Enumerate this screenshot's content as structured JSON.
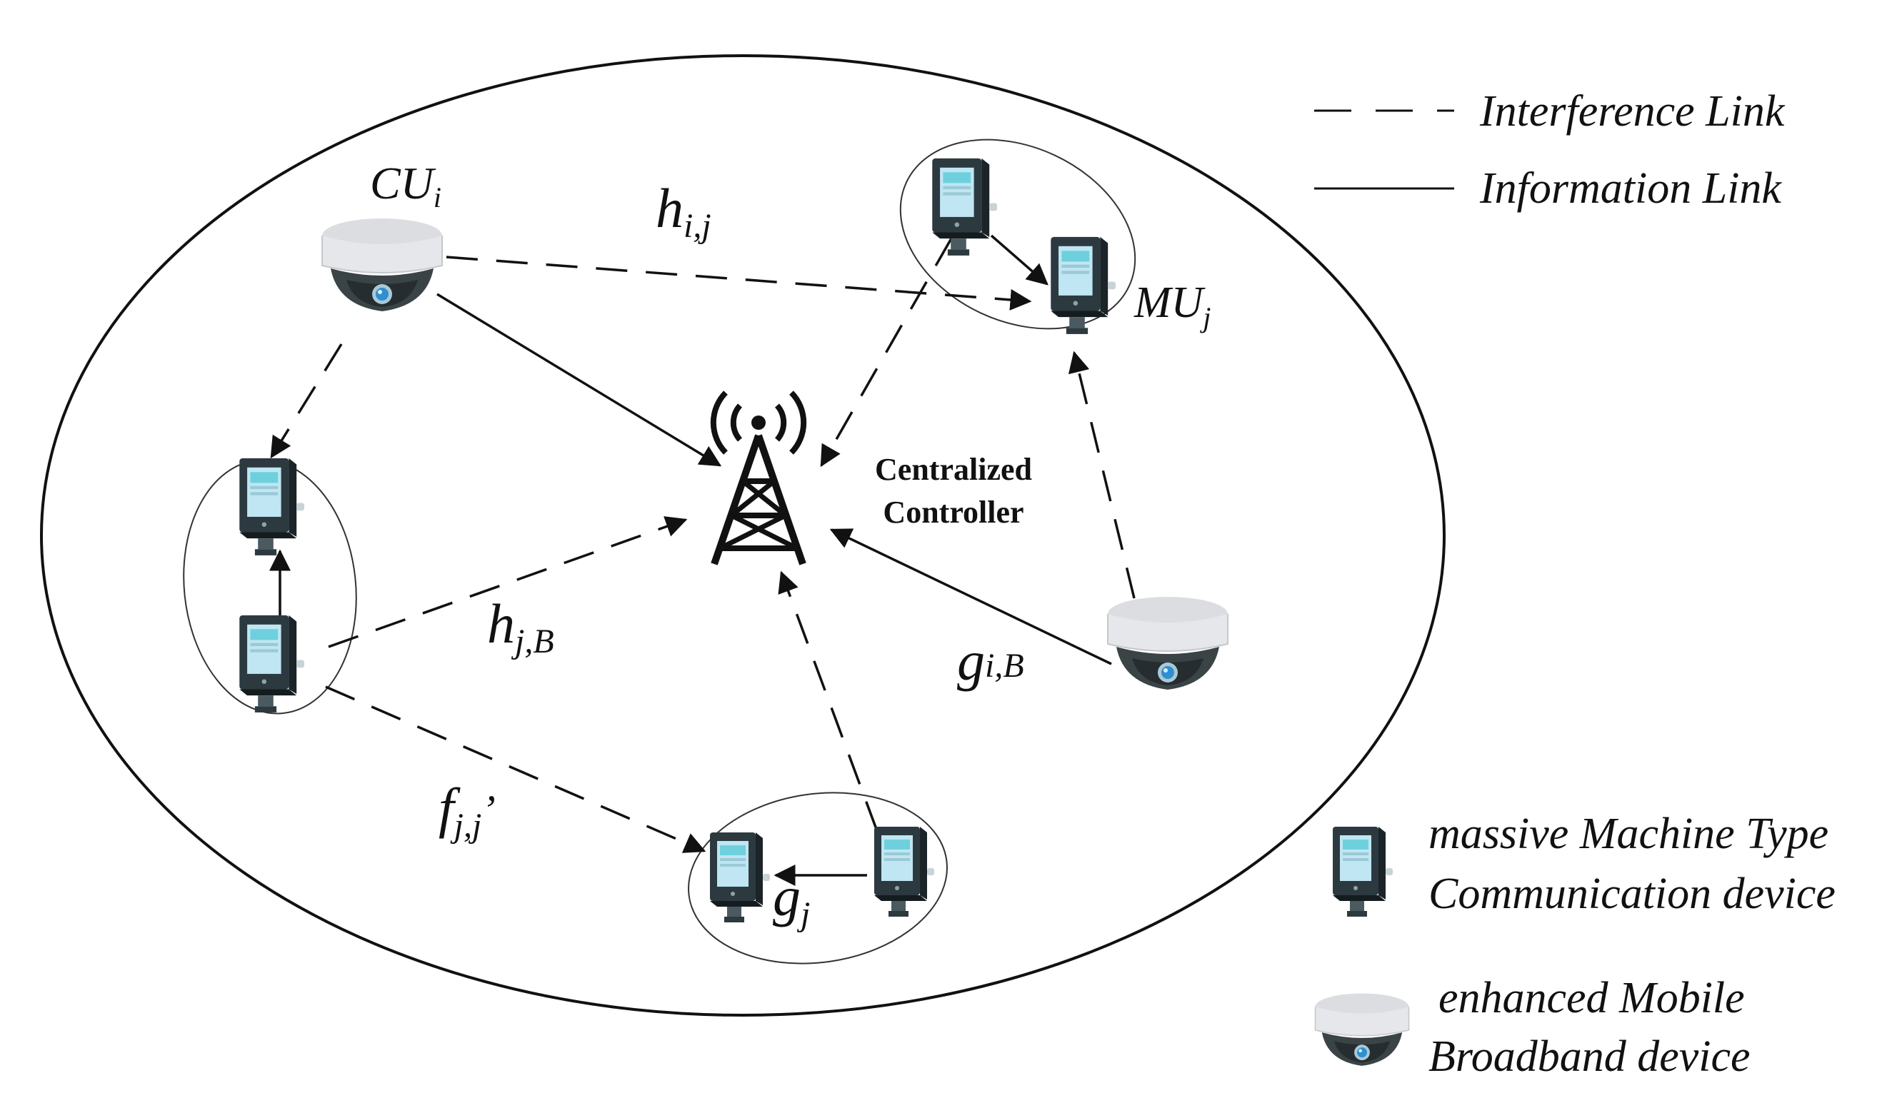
{
  "legend": {
    "interference_link": "Interference Link",
    "information_link": "Information Link",
    "mmtc_line1": "massive Machine Type",
    "mmtc_line2": "Communication device",
    "embb_line1": "enhanced Mobile",
    "embb_line2": "Broadband device"
  },
  "labels": {
    "cu_main": "CU",
    "cu_sub": "i",
    "mu_main": "MU",
    "mu_sub": "j",
    "h_ij_main": "h",
    "h_ij_sub": "i,j",
    "h_jB_main": "h",
    "h_jB_sub": "j,B",
    "g_iB_main": "g",
    "g_iB_sub": "i,B",
    "f_jj_main": "f",
    "f_jj_sub": "j,j",
    "f_jj_prime": "’",
    "g_j_main": "g",
    "g_j_sub": "j",
    "controller_line1": "Centralized",
    "controller_line2": "Controller"
  },
  "icons": {
    "tower": "cell-tower-icon",
    "mmtc": "meter-device-icon",
    "embb": "dome-camera-icon"
  }
}
